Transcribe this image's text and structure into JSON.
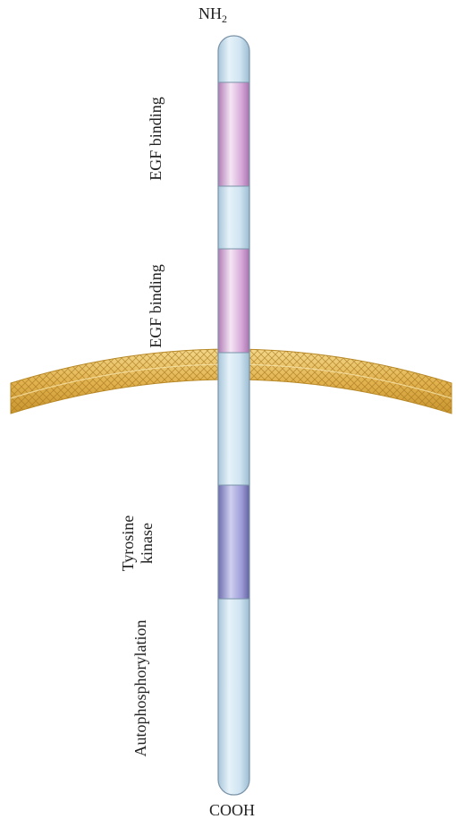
{
  "terminals": {
    "n": {
      "main": "NH",
      "sub": "2"
    },
    "c": "COOH"
  },
  "domains": {
    "egf1": "EGF binding",
    "egf2": "EGF binding",
    "tk_line1": "Tyrosine",
    "tk_line2": "kinase",
    "autophos": "Autophosphorylation"
  },
  "colors": {
    "backbone": "#cfe4f1",
    "backbone_stroke": "#7a93a8",
    "egf": "#d9a9d9",
    "kinase": "#9b9ad6",
    "membrane": "#e8be5a",
    "membrane_stroke": "#b98a28"
  }
}
